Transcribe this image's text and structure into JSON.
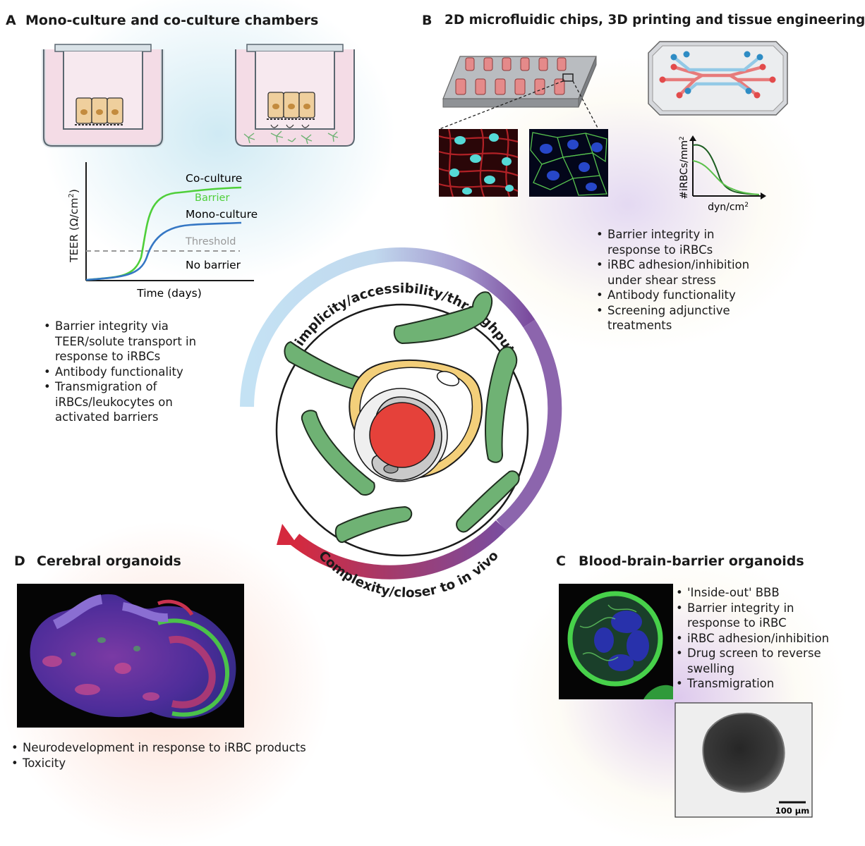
{
  "panel_a": {
    "letter": "A",
    "title": "Mono-culture and co-culture chambers",
    "graph": {
      "ylabel_main": "TEER (Ω/cm",
      "ylabel_sup": "2",
      "ylabel_close": ")",
      "xlabel": "Time (days)",
      "co_culture": "Co-culture",
      "barrier": "Barrier",
      "mono_culture": "Mono-culture",
      "threshold": "Threshold",
      "no_barrier": "No barrier"
    },
    "bullets": [
      "Barrier integrity via TEER/solute transport in response to iRBCs",
      "Antibody functionality",
      "Transmigration of iRBCs/leukocytes on activated barriers"
    ]
  },
  "panel_b": {
    "letter": "B",
    "title": "2D microfluidic chips, 3D printing and tissue engineering",
    "graph": {
      "ylabel_main": "#iRBCs/mm",
      "ylabel_sup": "2",
      "xlabel_main": "dyn/cm",
      "xlabel_sup": "2"
    },
    "bullets": [
      "Barrier integrity in response to iRBCs",
      "iRBC adhesion/inhibition under shear stress",
      "Antibody functionality",
      "Screening adjunctive treatments"
    ]
  },
  "panel_c": {
    "letter": "C",
    "title": "Blood-brain-barrier organoids",
    "bullets": [
      "'Inside-out' BBB",
      "Barrier integrity in response to iRBC",
      "iRBC adhesion/inhibition",
      "Drug screen to reverse swelling",
      "Transmigration"
    ],
    "scale_bar": "100 µm"
  },
  "panel_d": {
    "letter": "D",
    "title": "Cerebral organoids",
    "bullets": [
      "Neurodevelopment in response to iRBC products",
      "Toxicity"
    ]
  },
  "center": {
    "top_arc_label": "Simplicity/accessibility/throughput",
    "bottom_arc_label": "Complexity/closer to in vivo"
  },
  "colors": {
    "astrocyte_green": "#6fb274",
    "pericyte_yellow": "#f3cf7a",
    "rbc_red": "#e5413a",
    "arrow_blue": "#c4e2f4",
    "arrow_purple": "#7b4c9e",
    "arrow_red": "#d5293e",
    "curve_green": "#4fcf3a",
    "curve_blue": "#3577c4"
  }
}
